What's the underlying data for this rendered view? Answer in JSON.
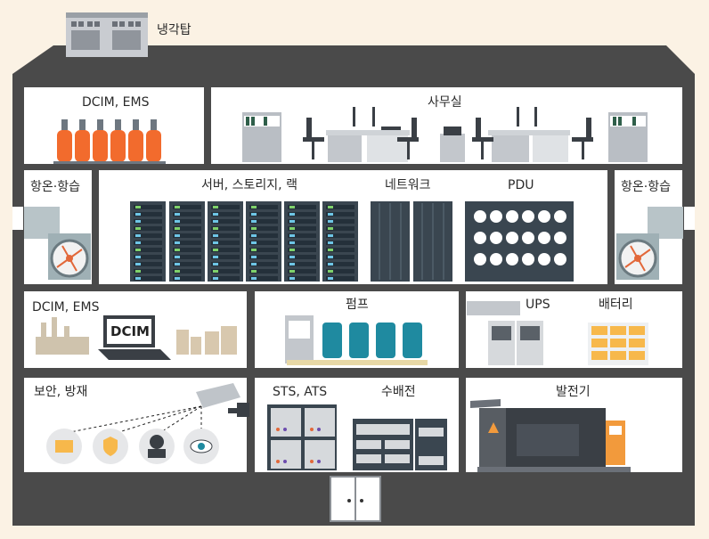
{
  "labels": {
    "cooling_tower": "냉각탑",
    "dcim_ems_top": "DCIM, EMS",
    "office": "사무실",
    "thermo_left": "항온·항습",
    "servers": "서버, 스토리지, 랙",
    "network": "네트워크",
    "pdu": "PDU",
    "thermo_right": "항온·항습",
    "dcim_ems_mid": "DCIM, EMS",
    "pump": "펌프",
    "ups": "UPS",
    "battery": "배터리",
    "security": "보안, 방재",
    "sts_ats": "STS, ATS",
    "switchgear": "수배전",
    "generator": "발전기",
    "dcim_screen": "DCIM"
  },
  "colors": {
    "building": "#4a4a4a",
    "background": "#fbf2e4",
    "room": "#ffffff",
    "extinguisher": "#f26b2d",
    "rack": "#3a4650",
    "rack_light_blue": "#6ec6e6",
    "rack_light_green": "#7fd16b",
    "pump": "#1f8aa0",
    "battery": "#f7b84b",
    "generator_accent": "#f29a3c"
  },
  "icons": [
    "cooling-tower-icon",
    "gas-cylinder-icon",
    "office-desk-icon",
    "chair-icon",
    "monitor-icon",
    "printer-icon",
    "cabinet-icon",
    "fan-unit-icon",
    "server-rack-icon",
    "network-rack-icon",
    "pdu-panel-icon",
    "factory-icon",
    "laptop-icon",
    "buildings-icon",
    "pump-icon",
    "control-panel-icon",
    "ups-icon",
    "battery-icon",
    "cctv-camera-icon",
    "laptop-circle-icon",
    "lock-shield-icon",
    "hacker-icon",
    "eye-icon",
    "sts-panel-icon",
    "switchgear-icon",
    "generator-icon",
    "door-icon"
  ]
}
